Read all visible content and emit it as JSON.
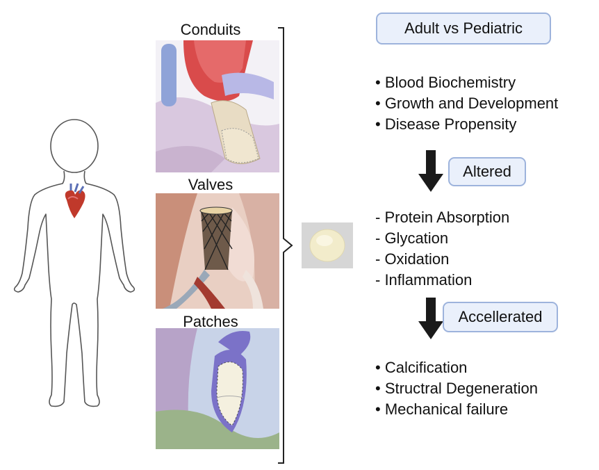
{
  "labels": {
    "conduits": "Conduits",
    "valves": "Valves",
    "patches": "Patches"
  },
  "boxes": {
    "adult_vs_pediatric": "Adult vs Pediatric",
    "altered": "Altered",
    "accelerated": "Accellerated"
  },
  "list_factors": [
    "• Blood Biochemistry",
    "• Growth and Development",
    "• Disease Propensity"
  ],
  "list_processes": [
    "- Protein Absorption",
    "- Glycation",
    "- Oxidation",
    "- Inflammation"
  ],
  "list_outcomes": [
    "• Calcification",
    "• Structral Degeneration",
    "• Mechanical failure"
  ],
  "colors": {
    "pill_fill": "#eaf0fb",
    "pill_border": "#9db3dc",
    "arrow": "#1a1a1a"
  }
}
